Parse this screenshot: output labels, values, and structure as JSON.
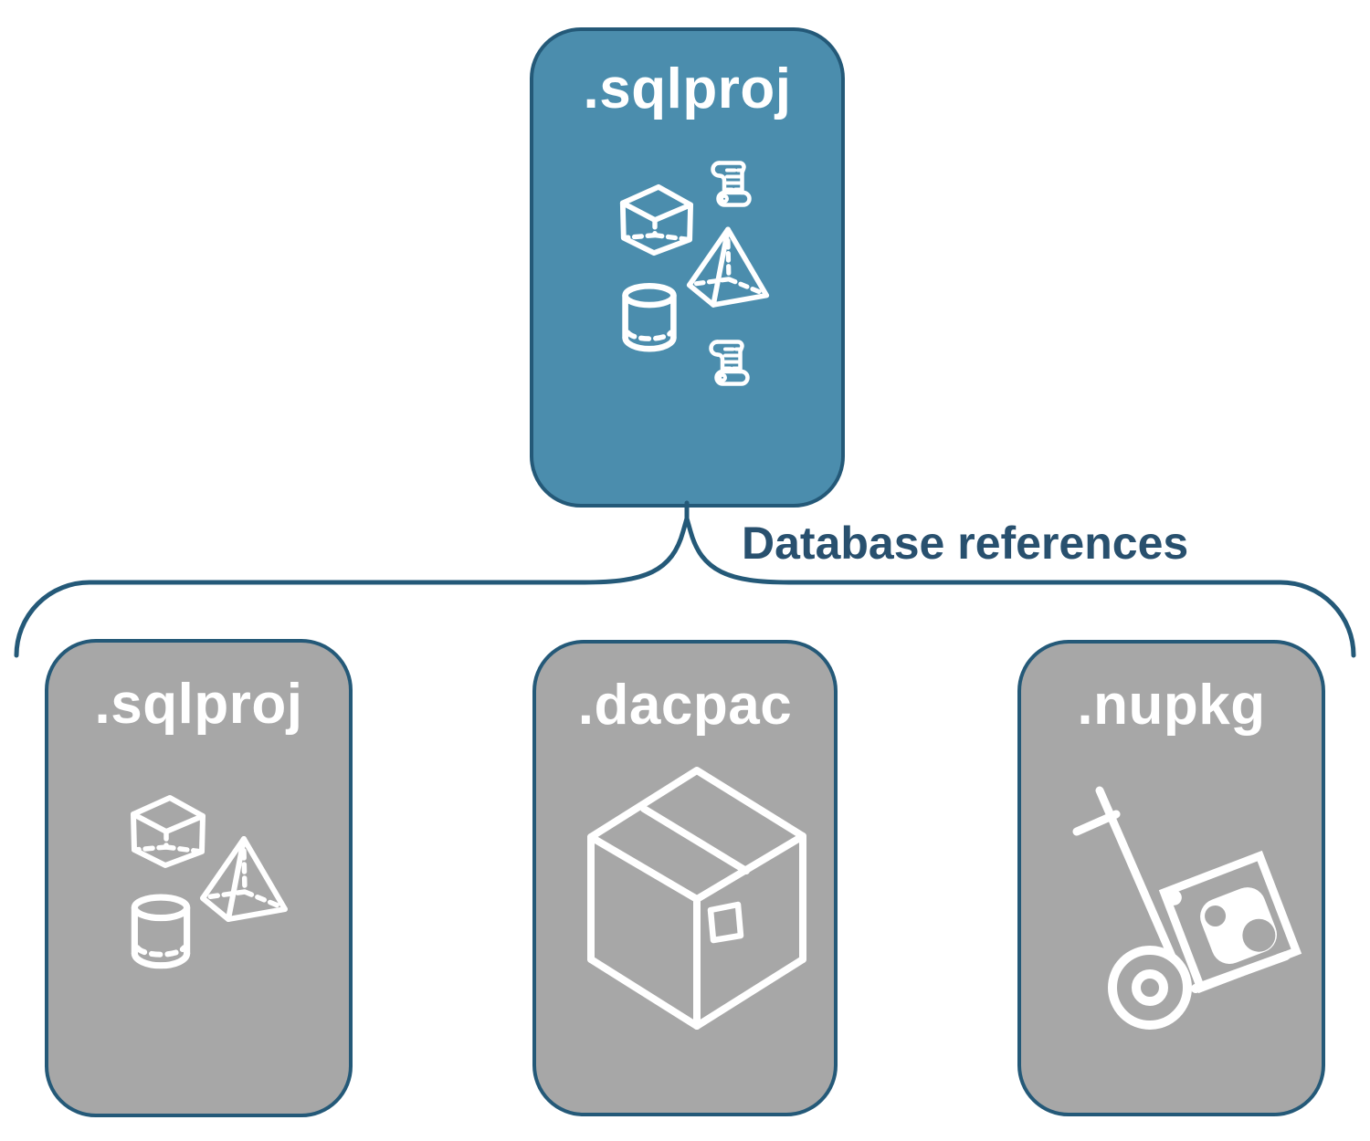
{
  "colors": {
    "root_fill": "#4b8dad",
    "child_fill": "#a7a7a7",
    "outline": "#245978",
    "connector_line": "#245978",
    "connector_text": "#28506e",
    "icon_stroke": "#ffffff",
    "background": "#ffffff"
  },
  "root_card": {
    "label": ".sqlproj",
    "icons": [
      "cube-icon",
      "scroll-icon",
      "pyramid-icon",
      "cylinder-icon",
      "scroll-icon"
    ]
  },
  "connector": {
    "label": "Database references",
    "type": "curly-brace"
  },
  "child_cards": [
    {
      "label": ".sqlproj",
      "icons": [
        "cube-icon",
        "pyramid-icon",
        "cylinder-icon"
      ]
    },
    {
      "label": ".dacpac",
      "icons": [
        "package-box-icon"
      ]
    },
    {
      "label": ".nupkg",
      "icons": [
        "nuget-handtruck-icon"
      ]
    }
  ]
}
